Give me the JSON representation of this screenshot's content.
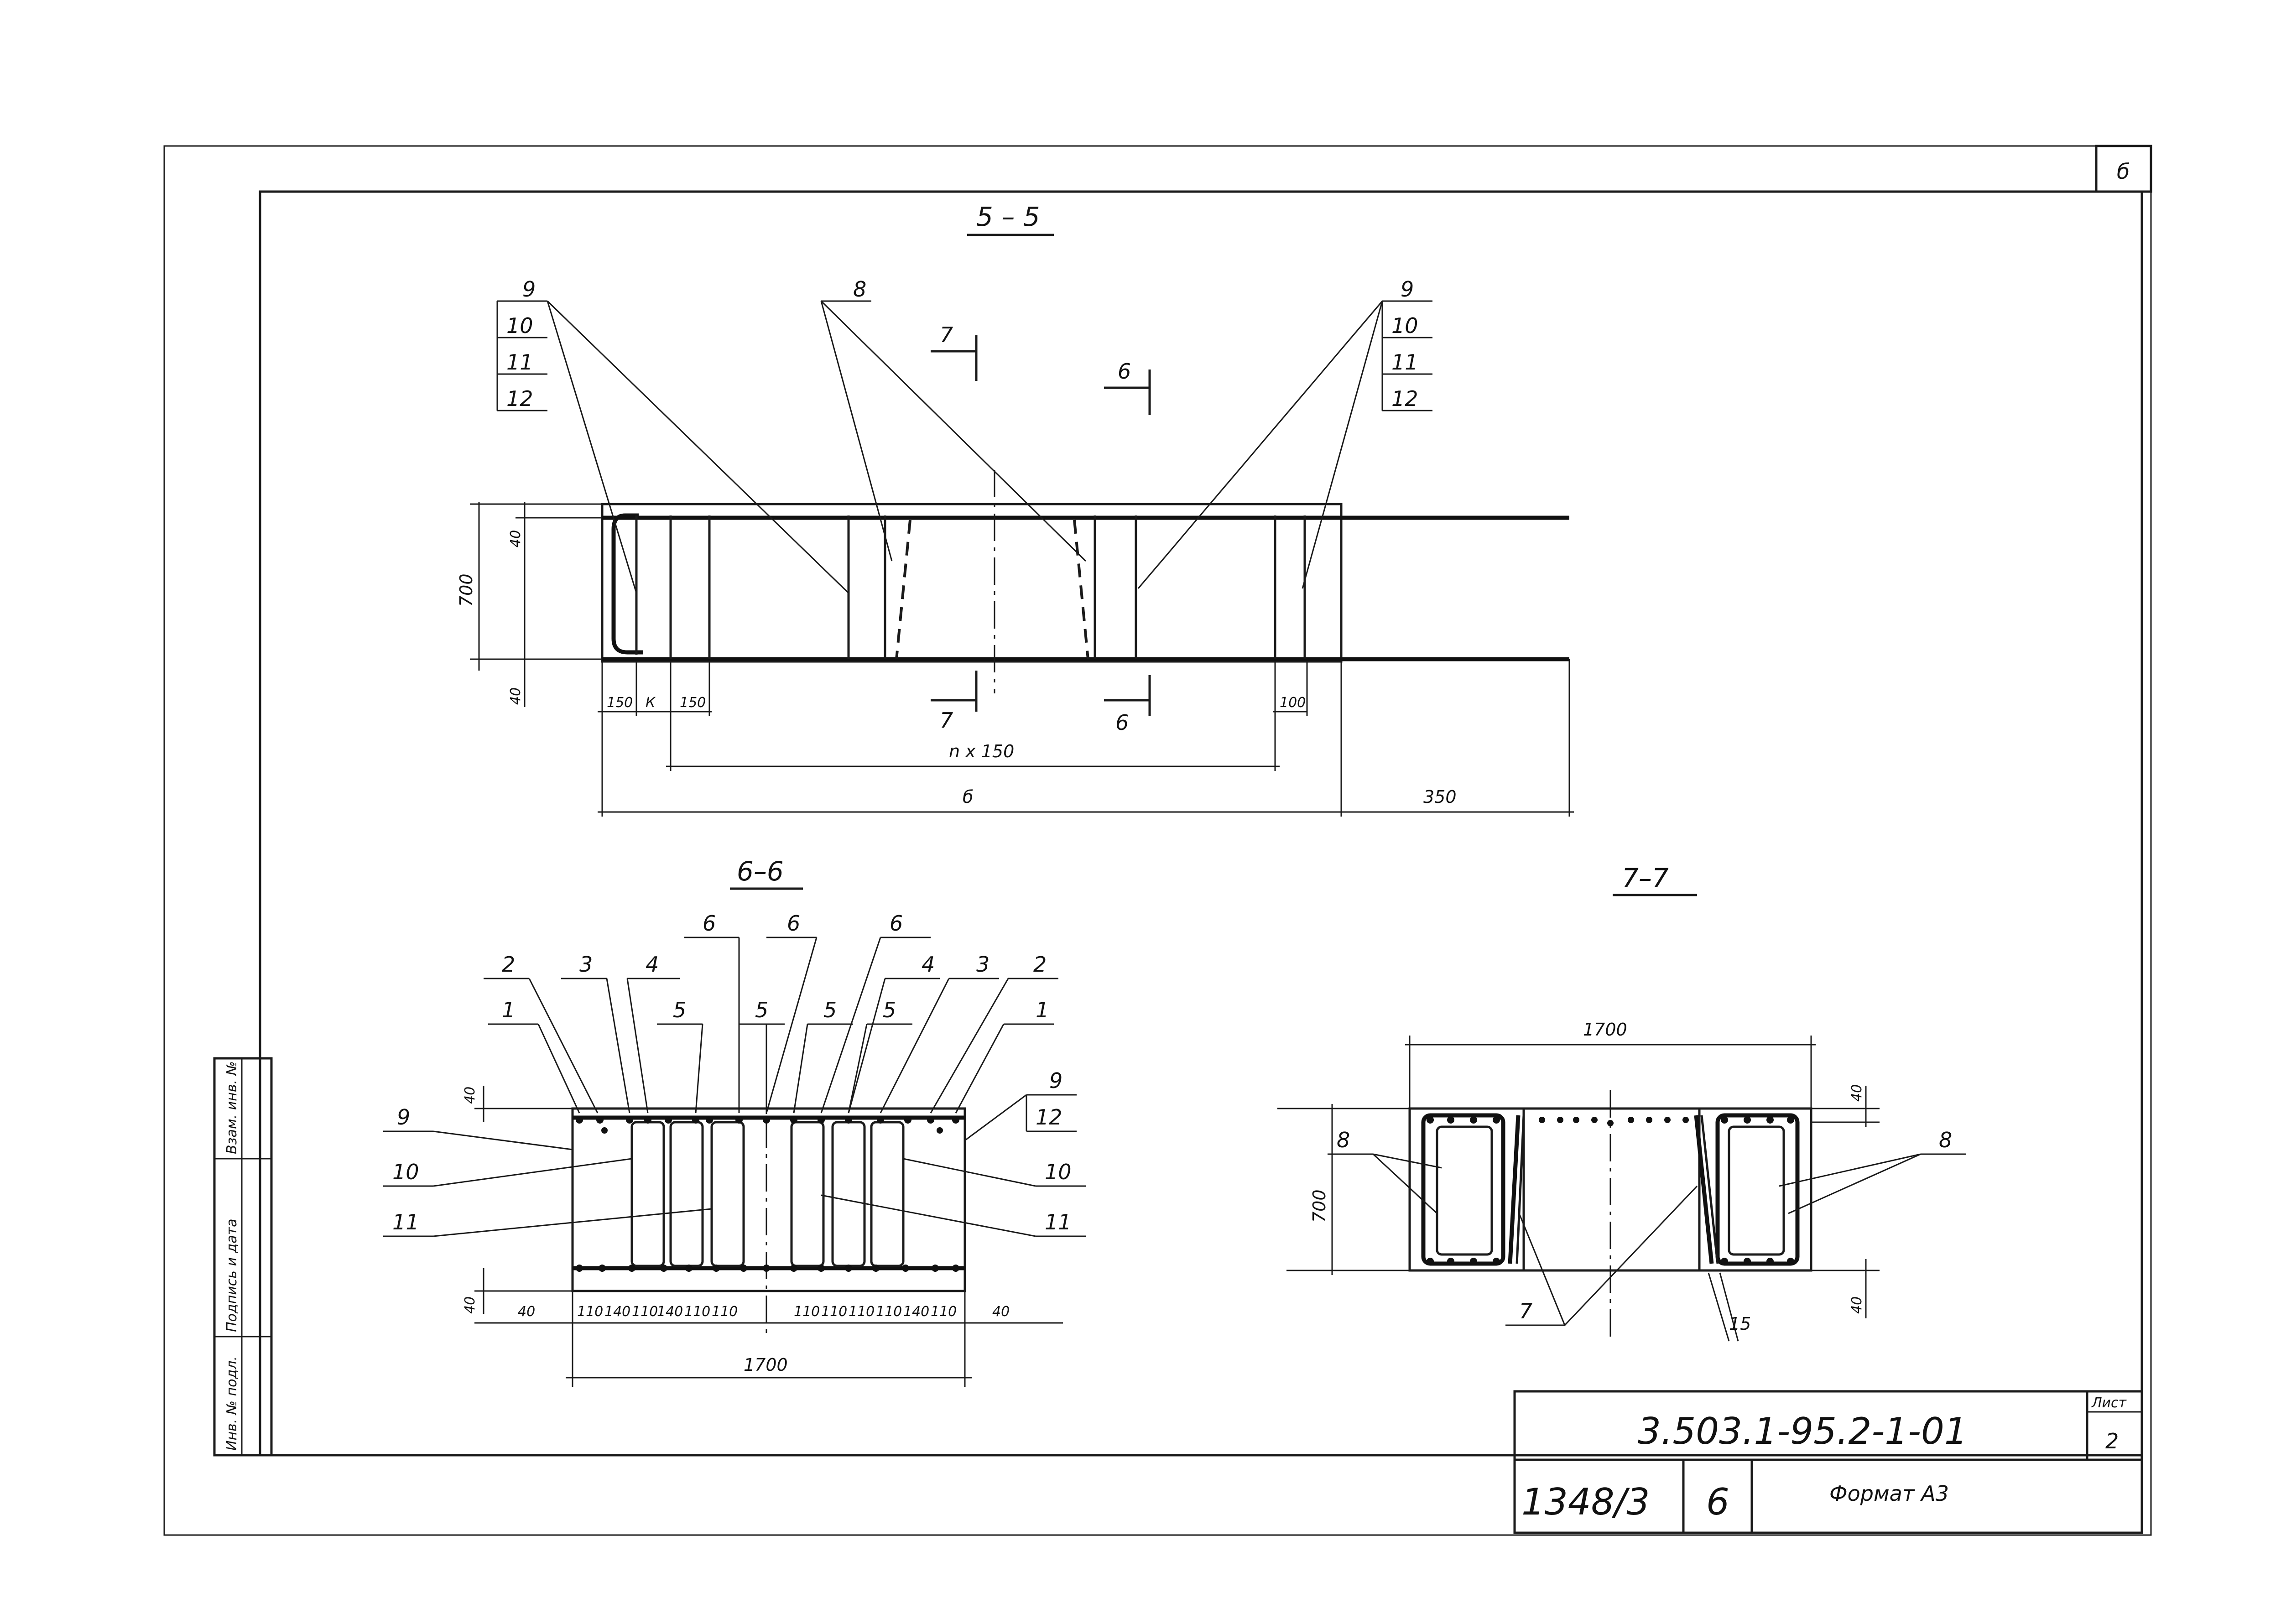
{
  "sheet": {
    "corner_mark": "б",
    "side_stamp": [
      "Инв. № подл.",
      "Подпись и дата",
      "Взам. инв. №"
    ],
    "code": "3.503.1-95.2-1-01",
    "sheet_label": "Лист",
    "sheet_no": "2",
    "doc_no": "1348/3",
    "page_no": "6",
    "format": "Формат А3"
  },
  "section_55": {
    "title": "5 – 5",
    "tag_9_left": "9",
    "tag_10_left": "10",
    "tag_11_left": "11",
    "tag_12_left": "12",
    "tag_8": "8",
    "tag_9_right": "9",
    "tag_10_right": "10",
    "tag_11_right": "11",
    "tag_12_right": "12",
    "cut_7_top": "7",
    "cut_6_top": "6",
    "cut_7_bottom": "7",
    "cut_6_bottom": "6",
    "dim_700": "700",
    "dim_40_top": "40",
    "dim_40_bottom": "40",
    "dim_150_a": "150",
    "dim_k": "К",
    "dim_150_b": "150",
    "dim_100": "100",
    "dim_nx150": "n x 150",
    "dim_b": "б",
    "dim_350": "350"
  },
  "section_66": {
    "title": "6–6",
    "tags_top": [
      "2",
      "3",
      "4",
      "6",
      "6",
      "6",
      "4",
      "3",
      "2"
    ],
    "tags_mid": [
      "1",
      "5",
      "5",
      "5",
      "5",
      "1"
    ],
    "tag_9_left": "9",
    "tag_10_left": "10",
    "tag_11_left": "11",
    "tag_9_right": "9",
    "tag_12_right": "12",
    "tag_10_right": "10",
    "tag_11_right": "11",
    "dim_40_top": "40",
    "dim_40_bottom": "40",
    "dim_40_left": "40",
    "dim_40_right": "40",
    "spacing_left": [
      "110",
      "140",
      "110",
      "140",
      "110",
      "110"
    ],
    "spacing_right": [
      "110",
      "110",
      "110",
      "110",
      "140",
      "110"
    ],
    "dim_1700": "1700"
  },
  "section_77": {
    "title": "7–7",
    "dim_1700": "1700",
    "dim_700": "700",
    "dim_40_top": "40",
    "dim_40_bottom": "40",
    "tag_8_left": "8",
    "tag_8_right": "8",
    "tag_7": "7",
    "dim_15": "15"
  }
}
